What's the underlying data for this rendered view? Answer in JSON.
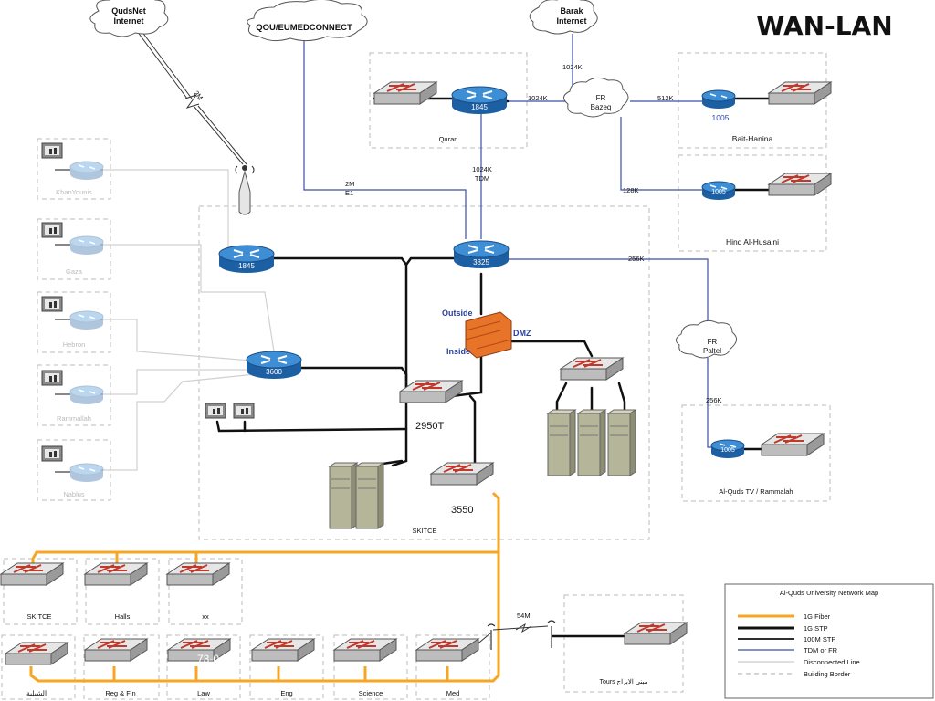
{
  "title": "WAN-LAN",
  "clouds": {
    "qudsnet": [
      "QudsNet",
      "Internet"
    ],
    "qou": "QOU/EUMEDCONNECT",
    "barak": [
      "Barak",
      "Internet"
    ],
    "fr_bazeq": [
      "FR",
      "Bazeq"
    ],
    "fr_paltel": [
      "FR",
      "Paltel"
    ]
  },
  "routers": {
    "r1845_quran": "1845",
    "r1845_main": "1845",
    "r3825": "3825",
    "r3600": "3600",
    "r1005_bh": "1005",
    "r1005_hh": "1005",
    "r1005_tv": "1005"
  },
  "buildings": {
    "quran": "Quran",
    "bait_hanina": "Bait-Hanina",
    "hind": "Hind Al-Husaini",
    "tv": "Al-Quds TV / Rammalah",
    "skitce_dc": "SKITCE",
    "tours": "Tours مبنى الابراج",
    "khanyounis": "KhanYounis",
    "gaza": "Gaza",
    "hebron": "Hebron",
    "rammalah": "Rammallah",
    "nablus": "Nablus"
  },
  "links": {
    "barak_1024": "1024K",
    "quran_1024": "1024K",
    "bh_512": "512K",
    "tdm": [
      "1024K",
      "TDM"
    ],
    "hh_128": "128K",
    "qou_e1": [
      "2M",
      "E1"
    ],
    "qudsnet_2m": "2M",
    "paltel_256_top": "256K",
    "paltel_256_bottom": "256K",
    "wireless_54": "54M"
  },
  "firewall": {
    "outside": "Outside",
    "inside": "Inside",
    "dmz": "DMZ"
  },
  "switch_labels": {
    "s2950": "2950T",
    "s3550": "3550"
  },
  "campus_switches_row1": [
    "SKITCE",
    "Halls",
    "xx"
  ],
  "campus_switches_row2": [
    "الشبلية",
    "Reg & Fin",
    "Law",
    "Eng",
    "Science",
    "Med"
  ],
  "overlay_text": "73-0  07",
  "legend": {
    "title": "Al-Quds University Network Map",
    "items": [
      {
        "label": "1G Fiber",
        "color": "#f5a623"
      },
      {
        "label": "1G STP",
        "color": "#111111"
      },
      {
        "label": "100M STP",
        "color": "#111111"
      },
      {
        "label": "TDM or FR",
        "color": "#3b4fa8"
      },
      {
        "label": "Disconnected Line",
        "color": "#cccccc"
      },
      {
        "label": "Building Border",
        "color": "#aaaaaa"
      }
    ]
  }
}
